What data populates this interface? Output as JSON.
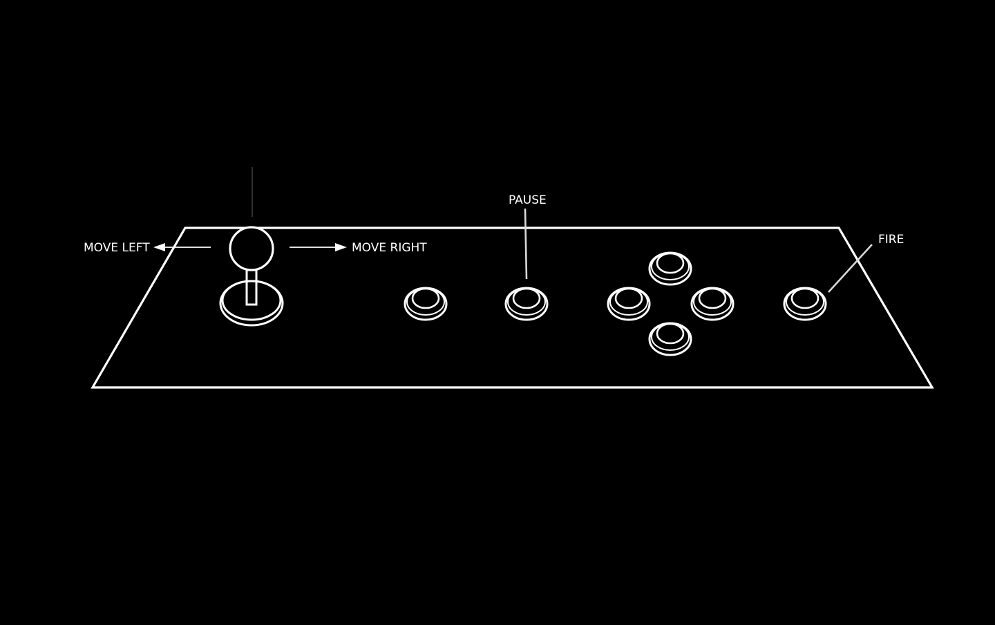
{
  "controls": {
    "move_left": "MOVE LEFT",
    "move_right": "MOVE RIGHT",
    "pause": "PAUSE",
    "fire": "FIRE"
  },
  "colors": {
    "background": "#000000",
    "outline": "#ffffff",
    "leader": "#d9d9d9"
  },
  "icons": {
    "joystick": "joystick-icon",
    "arrow_left": "arrow-left-icon",
    "arrow_right": "arrow-right-icon",
    "button": "arcade-button-icon"
  }
}
